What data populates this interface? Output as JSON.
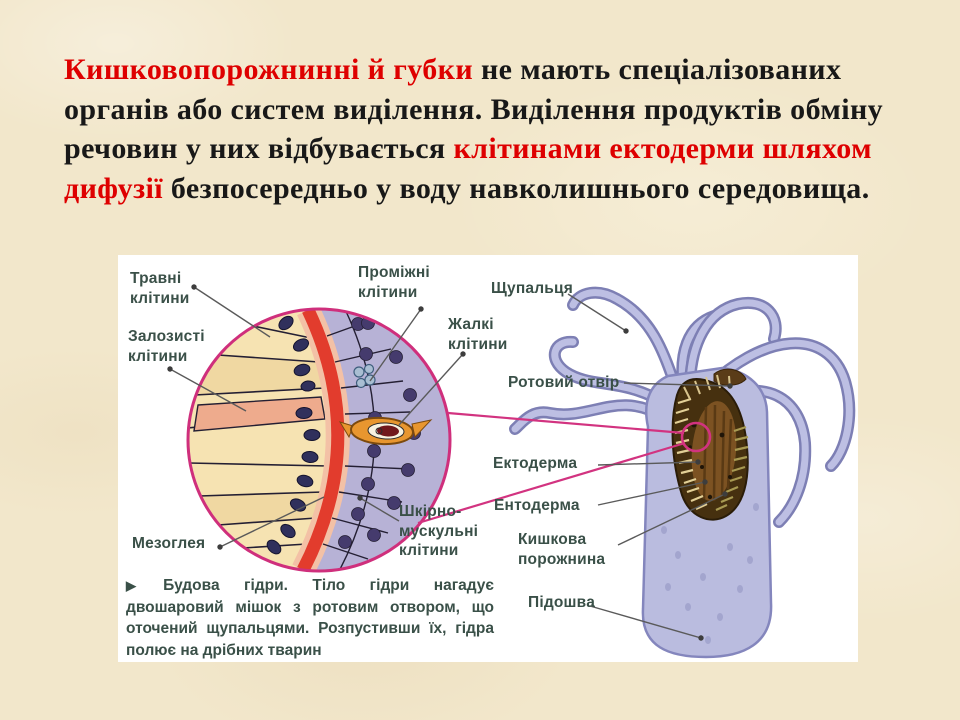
{
  "paragraph": {
    "seg1": "Кишковопорожнинні й губки",
    "seg2": " не мають спеціалізованих органів або систем виділення. Виділення продуктів обміну речовин у них відбувається ",
    "seg3": "клітинами ектодерми шляхом дифузії",
    "seg4": " безпосередньо у воду навколишнього середовища."
  },
  "figure": {
    "labels": {
      "travni": "Травні\nклітини",
      "zalozysti": "Залозисті\nклітини",
      "promizhni": "Проміжні\nклітини",
      "zhalki": "Жалкі\nклітини",
      "mezohleia": "Мезоглея",
      "shkirno": "Шкірно-\nмускульні\nклітини",
      "shchupaltsia": "Щупальця",
      "rotovyi_otvir": "Ротовий отвір",
      "ektoderma": "Ектодерма",
      "entoderma": "Ентодерма",
      "kyshkova": "Кишкова\nпорожнина",
      "pidoshva": "Підошва"
    },
    "caption_marker": "▶",
    "caption": "Будова гідри. Тіло гідри нагадує двошаровий мішок з ротовим отвором, що оточений щупальцями. Розпустивши їх, гідра полює на дрібних тварин"
  },
  "colors": {
    "slide_background": "#f2e7cb",
    "text_black": "#181818",
    "text_red": "#de0000",
    "label_green": "#3a5048",
    "callout_pink": "#d23380",
    "mesoglea_red": "#e23c2d",
    "endoderm_cream": "#f6e3b2",
    "ectoderm_lavender": "#b7b2d6",
    "hydra_body": "#babcdf",
    "cavity_brown": "#46300f"
  }
}
